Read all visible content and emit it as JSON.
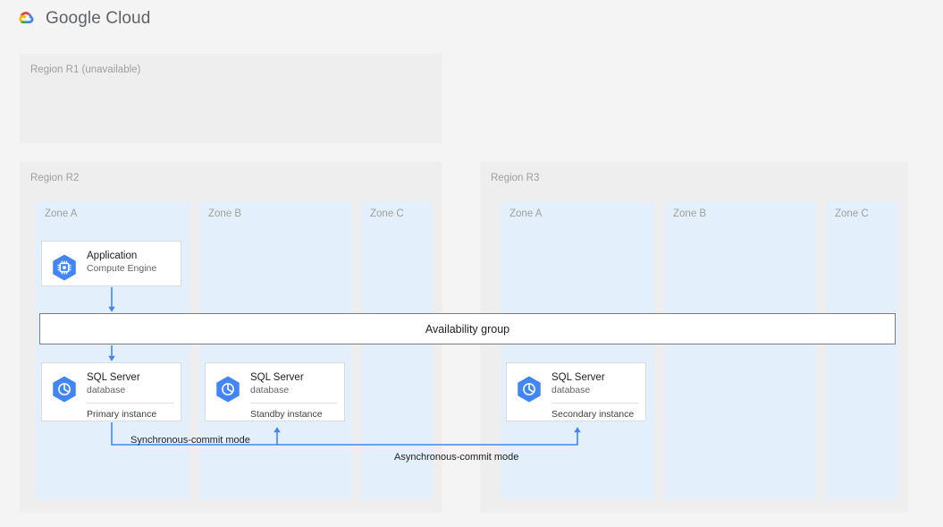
{
  "header": {
    "brand": "Google Cloud",
    "logo_icon": "google-cloud-logo-icon"
  },
  "colors": {
    "page_background": "#f4f4f4",
    "region_background": "#eeeeee",
    "zone_background": "#e3f0fb",
    "card_background": "#ffffff",
    "card_border": "#dadce0",
    "connector_blue": "#4285f4",
    "availability_border": "#7d7d7d",
    "muted_text": "#9e9e9e",
    "icon_blue": "#4285f4"
  },
  "regions": [
    {
      "id": "r1",
      "label": "Region R1 (unavailable)",
      "zones": []
    },
    {
      "id": "r2",
      "label": "Region R2",
      "zones": [
        {
          "id": "r2-a",
          "label": "Zone A"
        },
        {
          "id": "r2-b",
          "label": "Zone B"
        },
        {
          "id": "r2-c",
          "label": "Zone C"
        }
      ]
    },
    {
      "id": "r3",
      "label": "Region R3",
      "zones": [
        {
          "id": "r3-a",
          "label": "Zone A"
        },
        {
          "id": "r3-b",
          "label": "Zone B"
        },
        {
          "id": "r3-c",
          "label": "Zone C"
        }
      ]
    }
  ],
  "cards": {
    "app": {
      "title": "Application",
      "subtitle": "Compute Engine",
      "icon": "compute-engine-icon"
    },
    "primary": {
      "title": "SQL Server",
      "subtitle": "database",
      "footer": "Primary instance",
      "icon": "sql-server-database-icon"
    },
    "standby": {
      "title": "SQL Server",
      "subtitle": "database",
      "footer": "Standby instance",
      "icon": "sql-server-database-icon"
    },
    "secondary": {
      "title": "SQL Server",
      "subtitle": "database",
      "footer": "Secondary instance",
      "icon": "sql-server-database-icon"
    }
  },
  "availability_group": {
    "label": "Availability group"
  },
  "connectors": {
    "sync_label": "Synchronous-commit mode",
    "async_label": "Asynchronous-commit mode"
  }
}
